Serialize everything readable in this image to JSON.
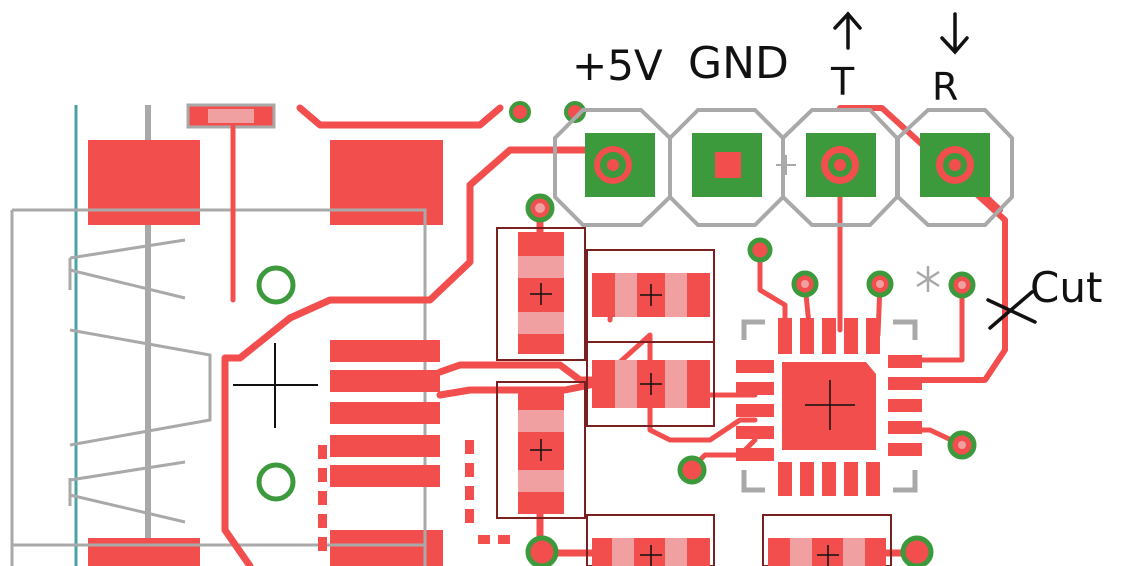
{
  "labels": {
    "vcc": "+5V",
    "gnd": "GND",
    "tx": "T",
    "rx": "R",
    "cut": "Cut"
  },
  "colors": {
    "copper": "#f24e4e",
    "copper_dark": "#e03a3a",
    "pad_green": "#3c9a3c",
    "silk_gray": "#a9a9a9",
    "outline_maroon": "#7a2020",
    "board_teal": "#4aa3a3",
    "mask_pink": "#f0a0a0",
    "ink": "#111111"
  }
}
